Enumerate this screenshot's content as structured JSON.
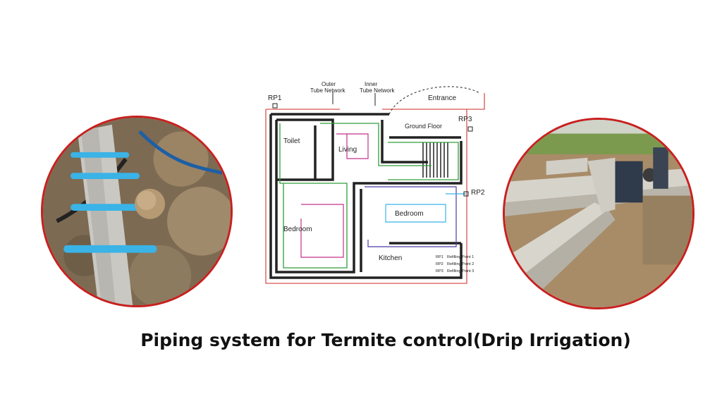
{
  "caption": "Piping system for Termite control(Drip Irrigation)",
  "plan": {
    "labels": {
      "outer_network": [
        "Outer",
        "Tube Network"
      ],
      "inner_network": [
        "Inner",
        "Tube Network"
      ],
      "rp1": "RP1",
      "rp2": "RP2",
      "rp3": "RP3",
      "entrance": "Entrance",
      "ground_floor": "Ground Floor",
      "toilet": "Toilet",
      "living": "Living",
      "bedroom_left": "Bedroom",
      "bedroom_right": "Bedroom",
      "kitchen": "Kitchen"
    },
    "legend": [
      {
        "code": "RP1",
        "text": "Refilling Point 1"
      },
      {
        "code": "RP2",
        "text": "Refilling Point 2"
      },
      {
        "code": "RP3",
        "text": "Refilling Point 3"
      }
    ]
  },
  "colors": {
    "circle_border": "#c8201e",
    "pipe_blue": "#39b4e6",
    "pipe_red": "#d9534f",
    "pipe_green": "#2e9e3a",
    "pipe_magenta": "#c2328c",
    "pipe_purple": "#4b3aa8"
  }
}
